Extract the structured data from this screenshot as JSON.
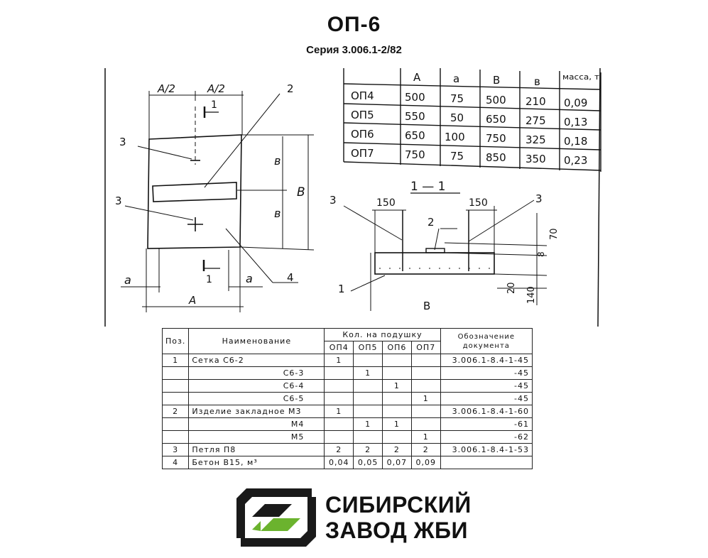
{
  "header": {
    "title": "ОП-6",
    "series": "Серия 3.006.1-2/82"
  },
  "plan": {
    "dim_half_left": "А/2",
    "dim_half_right": "А/2",
    "dim_a": "А",
    "dim_b_small_top": "в",
    "dim_b_small_bottom": "в",
    "dim_b_big": "В",
    "dim_alpha_left": "а",
    "dim_alpha_right": "а",
    "callout_3_top": "3",
    "callout_3_mid": "3",
    "callout_2": "2",
    "callout_4": "4",
    "section_mark_top": "1",
    "section_mark_bottom": "1"
  },
  "dim_table": {
    "headers": [
      "",
      "А",
      "а",
      "В",
      "в",
      "масса, т"
    ],
    "rows": [
      [
        "ОП4",
        "500",
        "75",
        "500",
        "210",
        "0,09"
      ],
      [
        "ОП5",
        "550",
        "50",
        "650",
        "275",
        "0,13"
      ],
      [
        "ОП6",
        "650",
        "100",
        "750",
        "325",
        "0,18"
      ],
      [
        "ОП7",
        "750",
        "75",
        "850",
        "350",
        "0,23"
      ]
    ]
  },
  "section": {
    "title": "1 — 1",
    "dim_150_left": "150",
    "dim_150_right": "150",
    "callout_3_left": "3",
    "callout_3_right": "3",
    "callout_2": "2",
    "callout_1": "1",
    "dim_70": "70",
    "dim_8": "8",
    "dim_20": "20",
    "dim_140": "140",
    "dim_b": "В"
  },
  "spec": {
    "h_pos": "Поз.",
    "h_name": "Наименование",
    "h_qty": "Кол. на подушку",
    "h_doc": "Обозначение документа",
    "h_op4": "ОП4",
    "h_op5": "ОП5",
    "h_op6": "ОП6",
    "h_op7": "ОП7",
    "rows": [
      [
        "1",
        "Сетка С6-2",
        "1",
        "",
        "",
        "",
        "3.006.1-8.4-1-45"
      ],
      [
        "",
        "С6-3",
        "",
        "1",
        "",
        "",
        "-45"
      ],
      [
        "",
        "С6-4",
        "",
        "",
        "1",
        "",
        "-45"
      ],
      [
        "",
        "С6-5",
        "",
        "",
        "",
        "1",
        "-45"
      ],
      [
        "2",
        "Изделие закладное М3",
        "1",
        "",
        "",
        "",
        "3.006.1-8.4-1-60"
      ],
      [
        "",
        "М4",
        "",
        "1",
        "1",
        "",
        "-61"
      ],
      [
        "",
        "М5",
        "",
        "",
        "",
        "1",
        "-62"
      ],
      [
        "3",
        "Петля П8",
        "2",
        "2",
        "2",
        "2",
        "3.006.1-8.4-1-53"
      ],
      [
        "4",
        "Бетон В15, м³",
        "0,04",
        "0,05",
        "0,07",
        "0,09",
        ""
      ]
    ]
  },
  "logo": {
    "line1": "СИБИРСКИЙ",
    "line2": "ЗАВОД ЖБИ",
    "color_dark": "#1a1a1a",
    "color_green": "#6bb32e"
  }
}
